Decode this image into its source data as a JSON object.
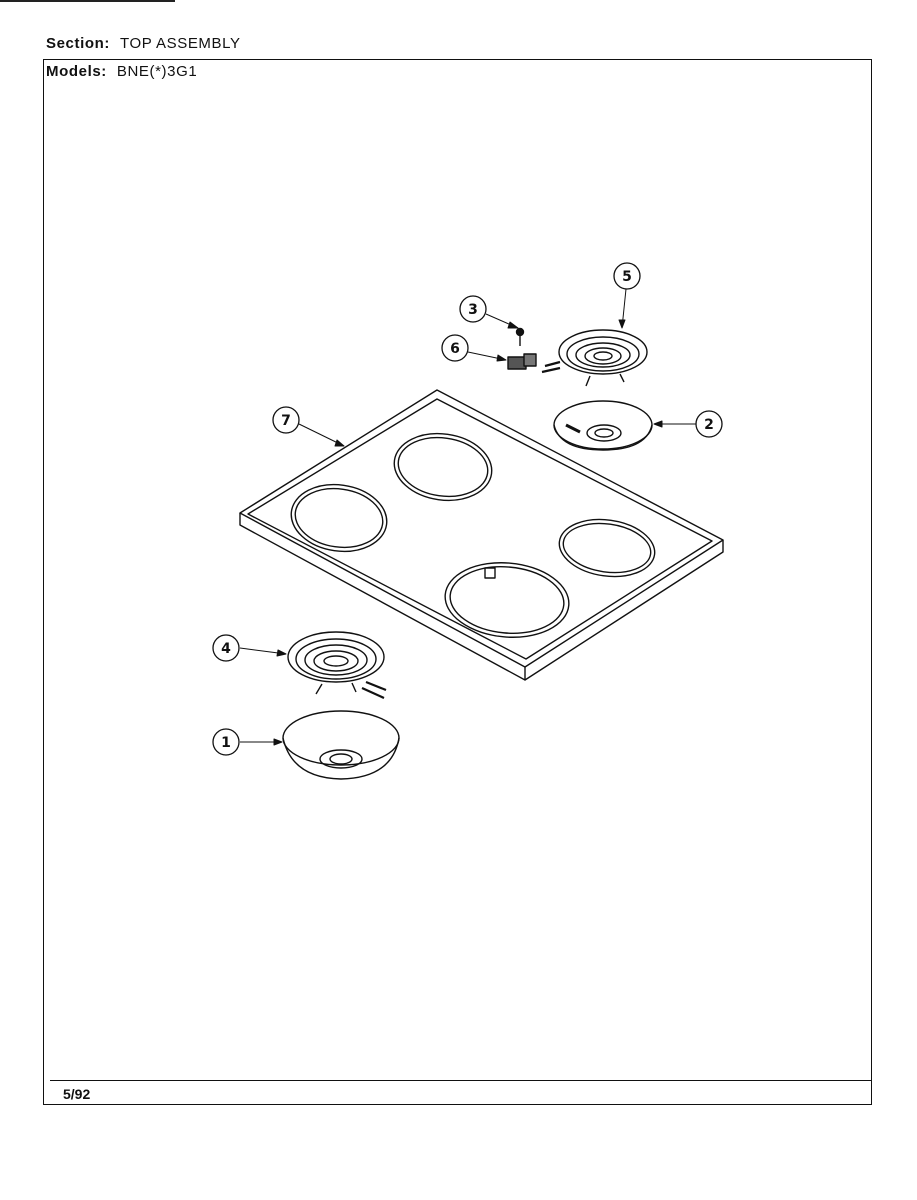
{
  "header": {
    "section_label": "Section:",
    "section_value": "TOP ASSEMBLY",
    "models_label": "Models:",
    "models_value": "BNE(*)3G1"
  },
  "footer": {
    "date": "5/92"
  },
  "callouts": [
    {
      "number": "1",
      "part": "drip-bowl-large"
    },
    {
      "number": "2",
      "part": "drip-bowl-small"
    },
    {
      "number": "3",
      "part": "screw"
    },
    {
      "number": "4",
      "part": "surface-element-large"
    },
    {
      "number": "5",
      "part": "surface-element-small"
    },
    {
      "number": "6",
      "part": "receptacle"
    },
    {
      "number": "7",
      "part": "cooktop"
    }
  ]
}
